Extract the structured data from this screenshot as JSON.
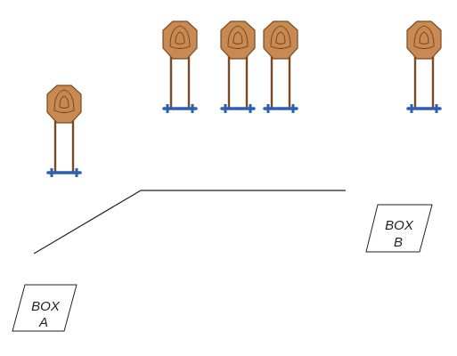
{
  "colors": {
    "target_fill": "#c88a52",
    "target_outline": "#7a4a22",
    "target_rings": "#6b3f1c",
    "stand_legs": "#7a4a22",
    "stand_base": "#2d5fb0",
    "fault_line": "#222222",
    "box_outline": "#222222"
  },
  "targets": [
    {
      "id": "target-1"
    },
    {
      "id": "target-2"
    },
    {
      "id": "target-3"
    },
    {
      "id": "target-4"
    },
    {
      "id": "target-5"
    }
  ],
  "boxes": {
    "a": {
      "line1": "BOX",
      "line2": "A"
    },
    "b": {
      "line1": "BOX",
      "line2": "B"
    }
  }
}
